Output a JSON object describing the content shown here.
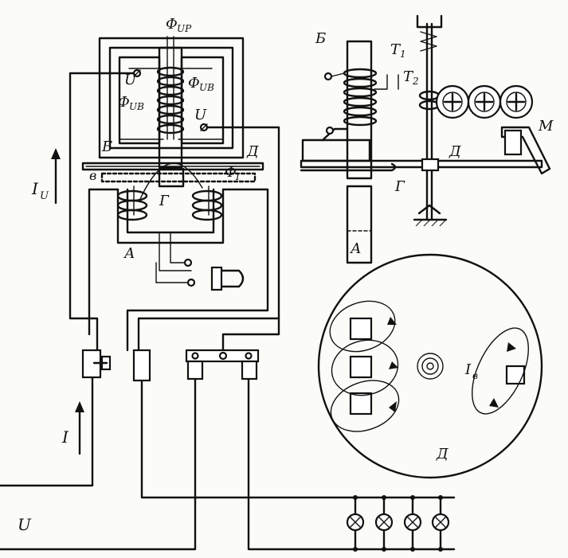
{
  "labels": {
    "phi_up": "Φ",
    "phi_up_sub": "UP",
    "phi_ub_left": "Φ",
    "phi_ub_left_sub": "UB",
    "phi_ub_right": "Φ",
    "phi_ub_right_sub": "UB",
    "phi_i": "Φ",
    "phi_i_sub": "I",
    "u_top": "U",
    "u_mid": "U",
    "u_bottom": "U",
    "b_left": "Б",
    "b_right": "Б",
    "d_left": "Д",
    "d_right": "Д",
    "d_disk": "Д",
    "v_label": "в",
    "g_left": "Г",
    "g_right": "Г",
    "a_left": "А",
    "a_right": "А",
    "t1": "T",
    "t1_sub": "1",
    "t2": "T",
    "t2_sub": "2",
    "m_label": "М",
    "iu": "I",
    "iu_sub": "U",
    "i_label": "I",
    "ib": "I",
    "ib_sub": "в"
  }
}
